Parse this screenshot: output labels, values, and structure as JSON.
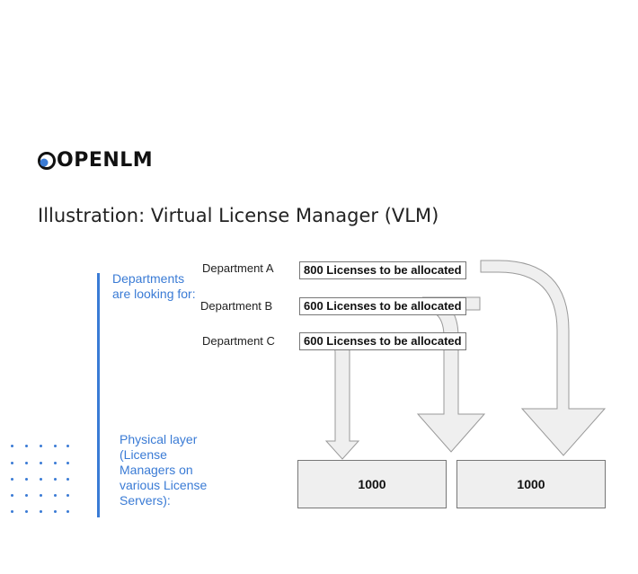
{
  "logo": {
    "text": "OPENLM"
  },
  "title": "Illustration: Virtual License Manager (VLM)",
  "left_labels": {
    "departments": "Departments are looking for:",
    "physical": "Physical layer (License Managers on various License Servers):"
  },
  "departments": [
    {
      "name": "Department A",
      "request": "800 Licenses to be allocated"
    },
    {
      "name": "Department B",
      "request": "600 Licenses to be allocated"
    },
    {
      "name": "Department C",
      "request": "600 Licenses to be allocated"
    }
  ],
  "servers": [
    {
      "capacity": "1000"
    },
    {
      "capacity": "1000"
    }
  ],
  "colors": {
    "accent_blue": "#3a7bd5",
    "arrow_fill": "#efefef",
    "arrow_stroke": "#9a9a9a"
  }
}
